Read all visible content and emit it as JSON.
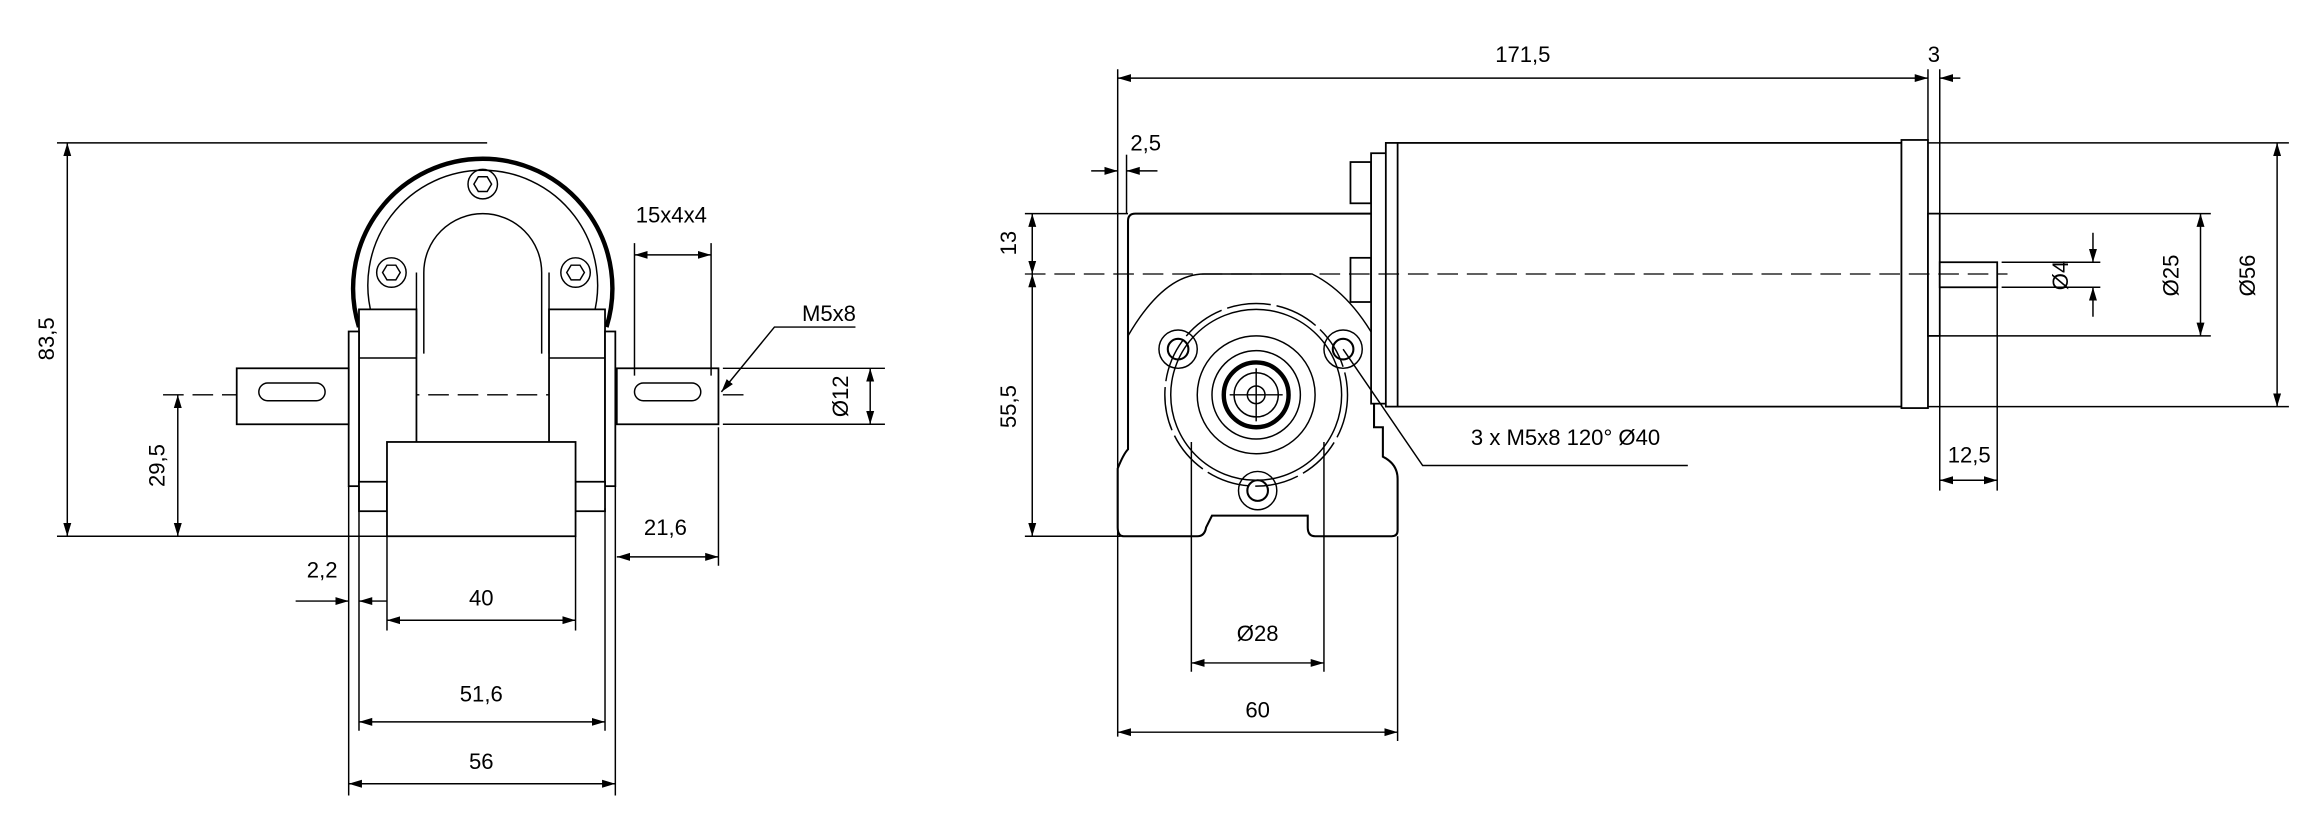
{
  "drawing": {
    "side_view": {
      "dim_height_total": "83,5",
      "dim_shaft_height": "29,5",
      "dim_keyway": "15x4x4",
      "dim_thread": "M5x8",
      "dim_shaft_dia": "Ø12",
      "dim_shaft_length": "21,6",
      "dim_flange_offset": "2,2",
      "dim_base_width": "40",
      "dim_inner_width": "51,6",
      "dim_total_width": "56"
    },
    "front_view": {
      "dim_total_length": "171,5",
      "dim_flange_thickness": "3",
      "dim_offset": "2,5",
      "dim_axis_offset": "13",
      "dim_axis_height": "55,5",
      "dim_motor_shaft_dia": "Ø4",
      "dim_pilot_dia": "Ø25",
      "dim_motor_dia": "Ø56",
      "dim_motor_shaft_length": "12,5",
      "dim_mounting_holes": "3 x M5x8 120° Ø40",
      "dim_hub_dia": "Ø28",
      "dim_gearbox_width": "60"
    }
  }
}
